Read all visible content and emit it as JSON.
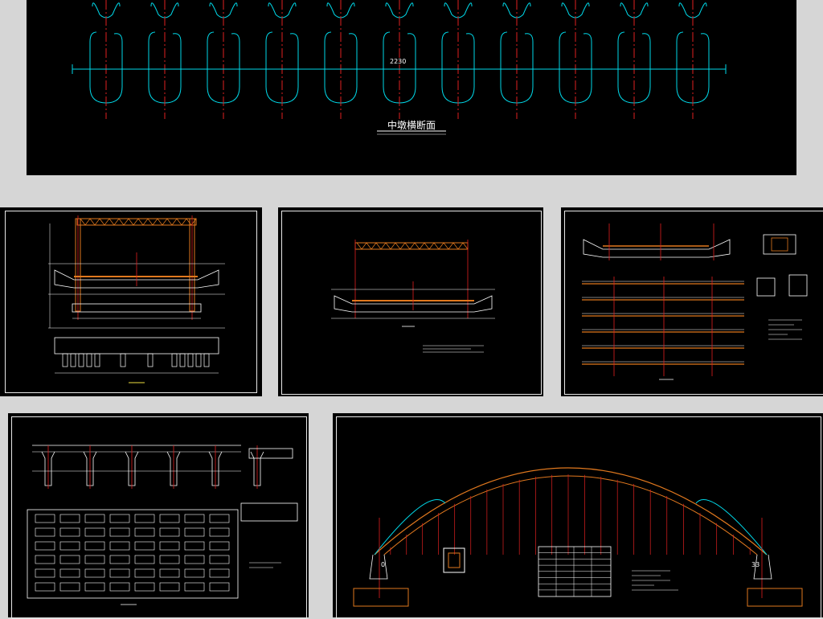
{
  "top_panel": {
    "dimension_label": "2230",
    "section_title": "中墩横断面"
  },
  "arch_panel": {
    "left_node_label": "0",
    "right_node_label": "33"
  },
  "colors": {
    "background": "#d6d6d6",
    "canvas": "#000000",
    "cyan": "#00d8e8",
    "red": "#e02020",
    "white": "#ffffff",
    "orange": "#e0781e",
    "yellow": "#f0e040"
  }
}
